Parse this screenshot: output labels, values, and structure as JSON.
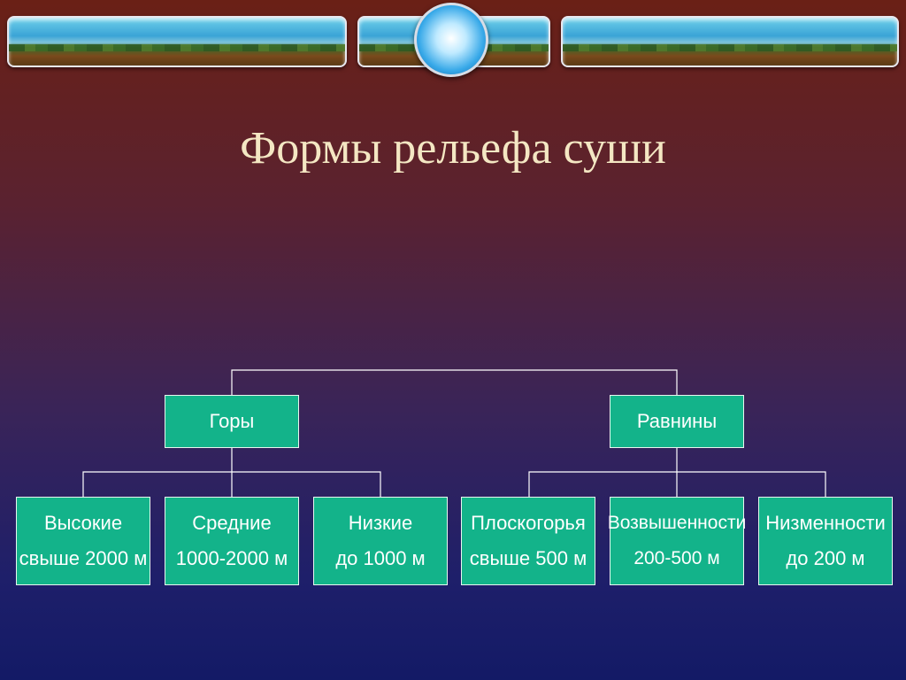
{
  "slide": {
    "title": "Формы рельефа суши"
  },
  "diagram": {
    "level1": [
      {
        "label": "Горы"
      },
      {
        "label": "Равнины"
      }
    ],
    "level2": [
      {
        "line1": "Высокие",
        "line2": "свыше 2000 м"
      },
      {
        "line1": "Средние",
        "line2": "1000-2000 м"
      },
      {
        "line1": "Низкие",
        "line2": "до 1000 м"
      },
      {
        "line1": "Плоскогорья",
        "line2": "свыше 500 м"
      },
      {
        "line1": "Возвышенности",
        "line2": "200-500 м"
      },
      {
        "line1": "Низменности",
        "line2": "до 200 м"
      }
    ]
  },
  "colors": {
    "box_fill": "#13b38a",
    "title_text": "#f4e7c3",
    "connector": "#ffffff"
  }
}
